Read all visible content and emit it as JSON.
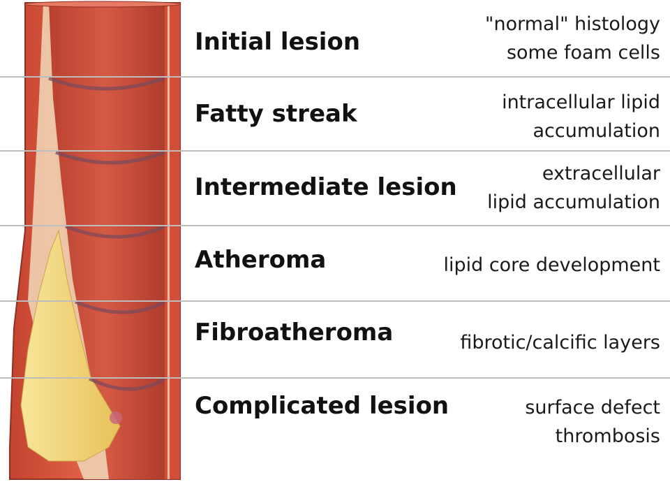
{
  "colors": {
    "wall": "#d9503c",
    "wall_dark": "#a8382b",
    "lumen": "#c94a36",
    "plaque": "#f5d77a",
    "intima": "#f0d6b8",
    "divider": "#bdbdbd"
  },
  "stages": [
    {
      "title": "Initial lesion",
      "description": [
        "\"normal\" histology",
        "some foam cells"
      ]
    },
    {
      "title": "Fatty streak",
      "description": [
        "intracellular lipid",
        "accumulation"
      ]
    },
    {
      "title": "Intermediate lesion",
      "description": [
        "extracellular",
        "lipid accumulation"
      ]
    },
    {
      "title": "Atheroma",
      "description": [
        "lipid core development"
      ]
    },
    {
      "title": "Fibroatheroma",
      "description": [
        "fibrotic/calcific layers"
      ]
    },
    {
      "title": "Complicated lesion",
      "description": [
        "surface defect",
        "thrombosis"
      ]
    }
  ]
}
